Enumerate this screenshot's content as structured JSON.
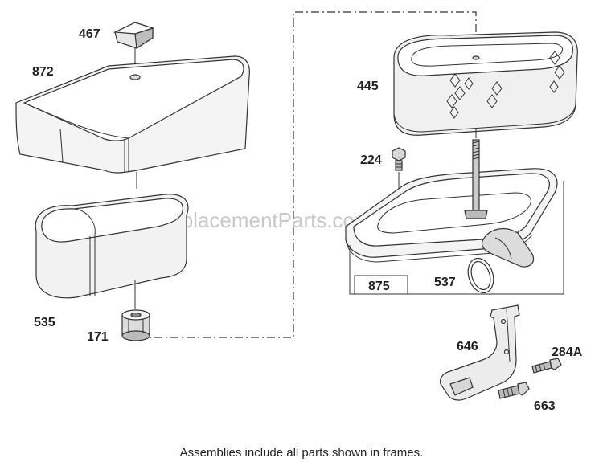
{
  "watermark": "eReplacementParts.com",
  "caption": "Assemblies include all parts shown in frames.",
  "parts": {
    "p467": "467",
    "p872": "872",
    "p535": "535",
    "p171": "171",
    "p445": "445",
    "p224": "224",
    "p875": "875",
    "p537": "537",
    "p646": "646",
    "p284a": "284A",
    "p663": "663"
  },
  "colors": {
    "line": "#333333",
    "part_fill": "#f3f3f3",
    "watermark": "#c8c8c8"
  }
}
